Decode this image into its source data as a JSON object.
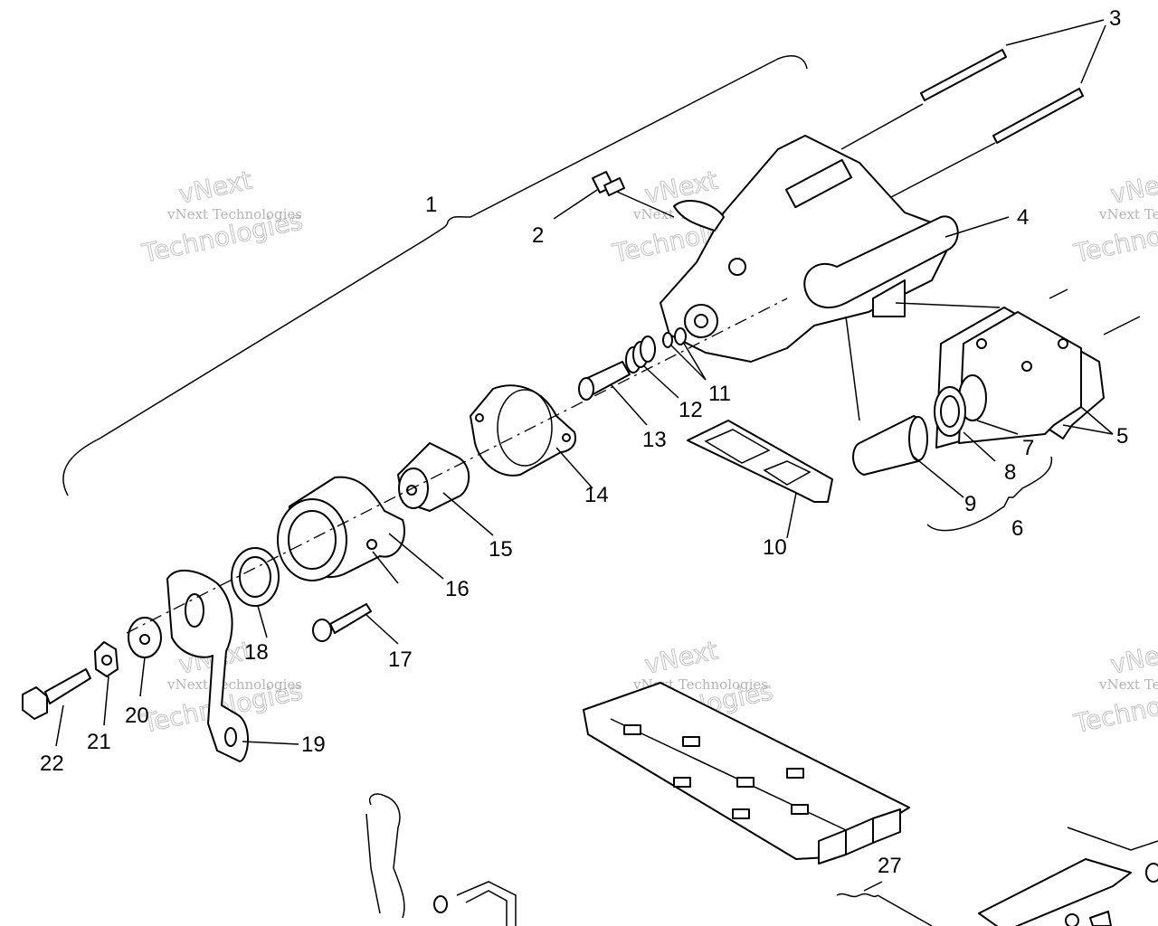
{
  "callouts": [
    {
      "id": "c1",
      "text": "1"
    },
    {
      "id": "c2",
      "text": "2"
    },
    {
      "id": "c3",
      "text": "3"
    },
    {
      "id": "c4",
      "text": "4"
    },
    {
      "id": "c5",
      "text": "5"
    },
    {
      "id": "c6",
      "text": "6"
    },
    {
      "id": "c7",
      "text": "7"
    },
    {
      "id": "c8",
      "text": "8"
    },
    {
      "id": "c9",
      "text": "9"
    },
    {
      "id": "c10",
      "text": "10"
    },
    {
      "id": "c11",
      "text": "11"
    },
    {
      "id": "c12",
      "text": "12"
    },
    {
      "id": "c13",
      "text": "13"
    },
    {
      "id": "c14",
      "text": "14"
    },
    {
      "id": "c15",
      "text": "15"
    },
    {
      "id": "c16",
      "text": "16"
    },
    {
      "id": "c17",
      "text": "17"
    },
    {
      "id": "c18",
      "text": "18"
    },
    {
      "id": "c19",
      "text": "19"
    },
    {
      "id": "c20",
      "text": "20"
    },
    {
      "id": "c21",
      "text": "21"
    },
    {
      "id": "c22",
      "text": "22"
    },
    {
      "id": "c27",
      "text": "27"
    }
  ],
  "watermark": {
    "line1": "vNext",
    "line2": "vNext Technologies",
    "line3": "Technologies"
  }
}
